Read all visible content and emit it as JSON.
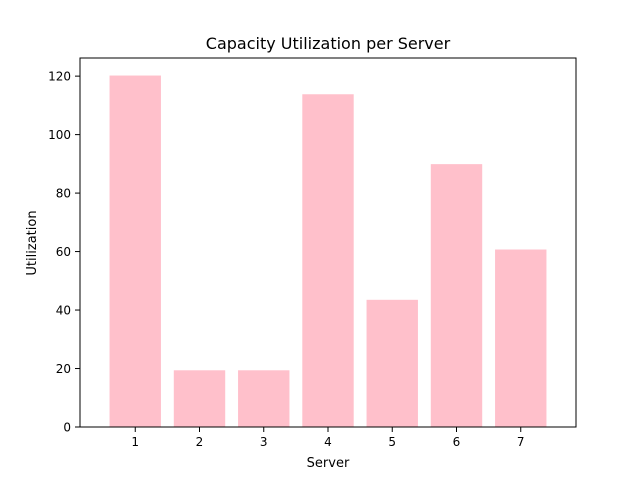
{
  "chart_data": {
    "type": "bar",
    "title": "Capacity Utilization per Server",
    "xlabel": "Server",
    "ylabel": "Utilization",
    "categories": [
      "1",
      "2",
      "3",
      "4",
      "5",
      "6",
      "7"
    ],
    "values": [
      120.2,
      19.4,
      19.4,
      113.8,
      43.5,
      89.9,
      60.7
    ],
    "ylim": [
      0,
      126.2
    ],
    "yticks": [
      0,
      20,
      40,
      60,
      80,
      100,
      120
    ],
    "bar_color": "#ffc0cb",
    "grid": false,
    "legend": "none"
  }
}
